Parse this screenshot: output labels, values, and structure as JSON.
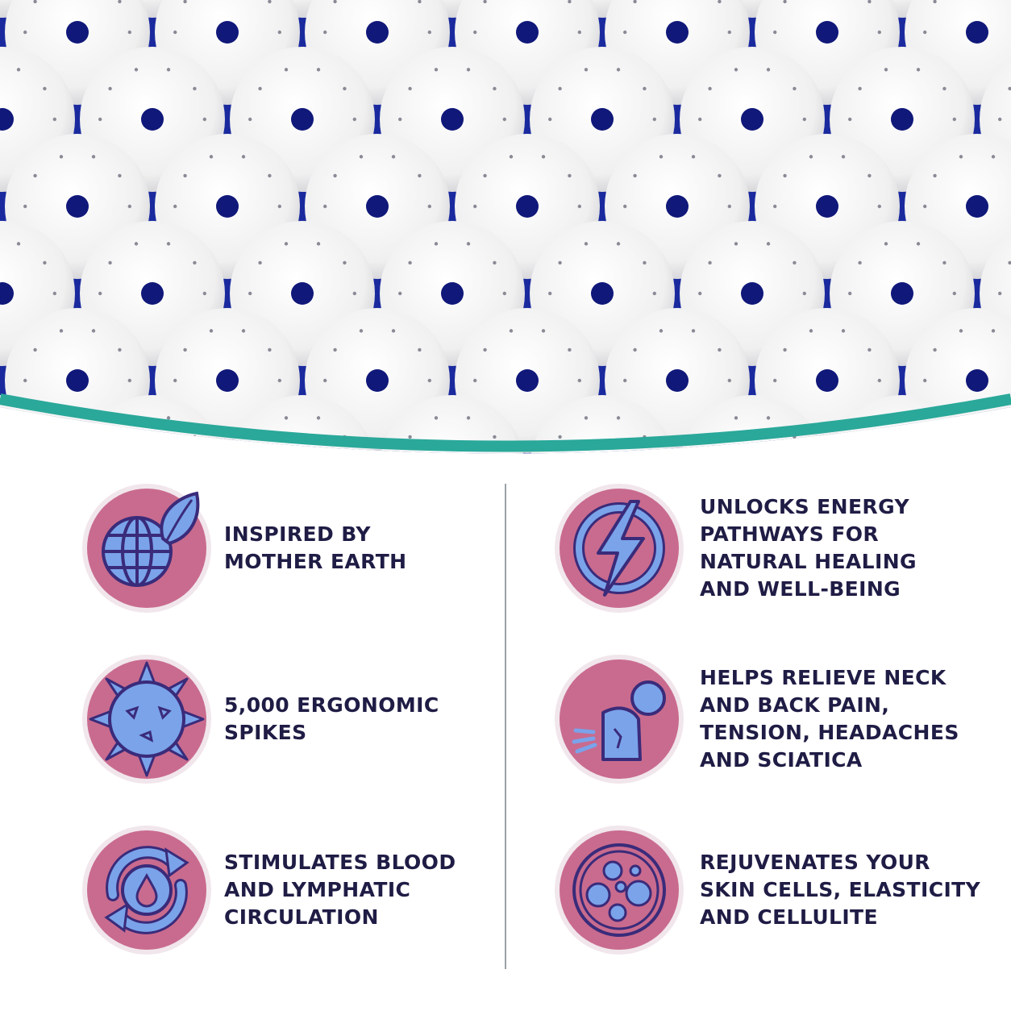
{
  "features": [
    {
      "icon": "globe-leaf-icon",
      "text": "INSPIRED BY\nMOTHER EARTH"
    },
    {
      "icon": "spiked-ball-icon",
      "text": "5,000 ERGONOMIC\nSPIKES"
    },
    {
      "icon": "blood-circulation-icon",
      "text": "STIMULATES BLOOD\nAND LYMPHATIC\nCIRCULATION"
    },
    {
      "icon": "energy-bolt-icon",
      "text": "UNLOCKS ENERGY\nPATHWAYS FOR\nNATURAL HEALING\nAND WELL-BEING"
    },
    {
      "icon": "back-pain-icon",
      "text": "HELPS RELIEVE NECK\nAND BACK PAIN,\nTENSION, HEADACHES\nAND SCIATICA"
    },
    {
      "icon": "skin-cells-icon",
      "text": "REJUVENATES YOUR\nSKIN CELLS, ELASTICITY\nAND CELLULITE"
    }
  ],
  "colors": {
    "mat_blue": "#1a2a9e",
    "spike_white": "#f2f2f2",
    "accent_teal": "#2aa89a",
    "icon_pink": "#c96b8e",
    "icon_blue": "#7aa3ea",
    "icon_outline": "#3a2b7a",
    "text_navy": "#1f1c45"
  }
}
